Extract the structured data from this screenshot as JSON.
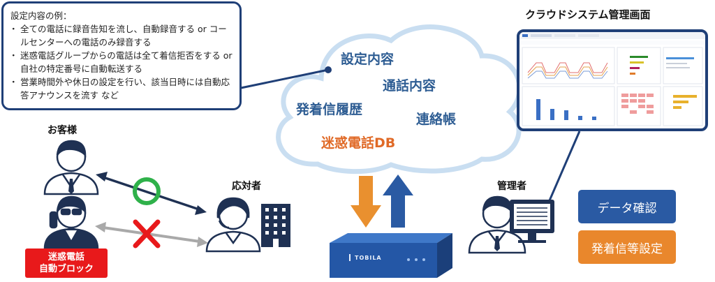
{
  "callout": {
    "title": "設定内容の例：",
    "items": [
      "全ての電話に録音告知を流し、自動録音する or コールセンターへの電話のみ録音する",
      "迷惑電話グループからの電話は全て着信拒否をする or 自社の特定番号に自動転送する",
      "営業時間外や休日の設定を行い、該当日時には自動応答アナウンスを流す など"
    ]
  },
  "cloud": {
    "settings": "設定内容",
    "call_content": "通話内容",
    "history": "発着信履歴",
    "contacts": "連絡帳",
    "spam_db": "迷惑電話DB"
  },
  "labels": {
    "customer": "お客様",
    "responder": "応対者",
    "administrator": "管理者",
    "cloud_system_screen": "クラウドシステム管理画面"
  },
  "block_label": {
    "line1": "迷惑電話",
    "line2": "自動ブロック"
  },
  "buttons": {
    "data_check": "データ確認",
    "call_settings": "発着信等設定"
  },
  "device": {
    "brand": "TOBILA"
  },
  "colors": {
    "navy": "#1f3f77",
    "cloud_text": "#2e5d93",
    "orange": "#e06a27",
    "red": "#e8191b",
    "green": "#2fb14a",
    "arrow_orange": "#e9902f",
    "arrow_blue": "#2a5aa3"
  }
}
